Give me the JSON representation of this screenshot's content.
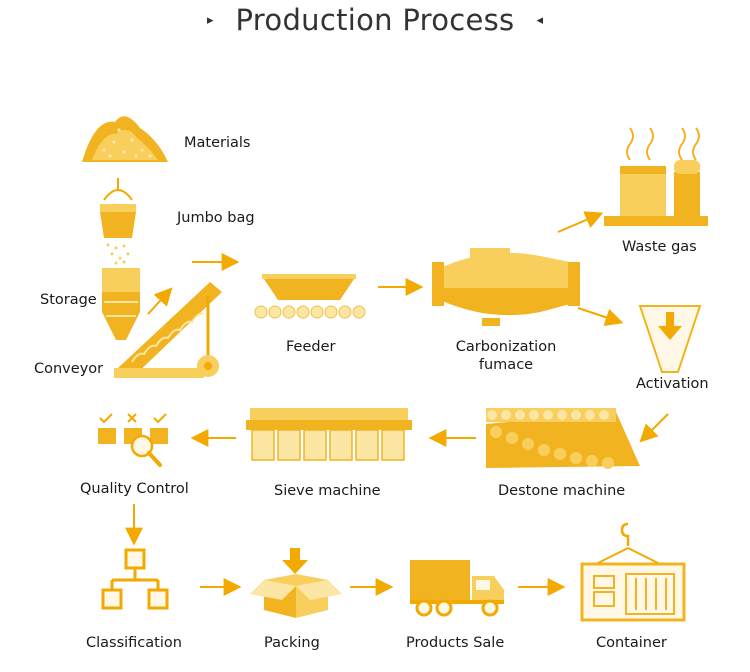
{
  "title": "Production Process",
  "title_markers": {
    "left": "▸",
    "right": "◂"
  },
  "colors": {
    "accent": "#F2A900",
    "light": "#F8CF5C",
    "pale": "#FBE6A4",
    "dark": "#E8A000"
  },
  "stages": {
    "materials": "Materials",
    "jumbo_bag": "Jumbo bag",
    "storage": "Storage",
    "conveyor": "Conveyor",
    "feeder": "Feeder",
    "carbonization_line1": "Carbonization",
    "carbonization_line2": "fumace",
    "waste_gas": "Waste gas",
    "activation": "Activation",
    "destone_machine": "Destone machine",
    "sieve_machine": "Sieve machine",
    "quality_control": "Quality Control",
    "classification": "Classification",
    "packing": "Packing",
    "products_sale": "Products Sale",
    "container": "Container"
  }
}
